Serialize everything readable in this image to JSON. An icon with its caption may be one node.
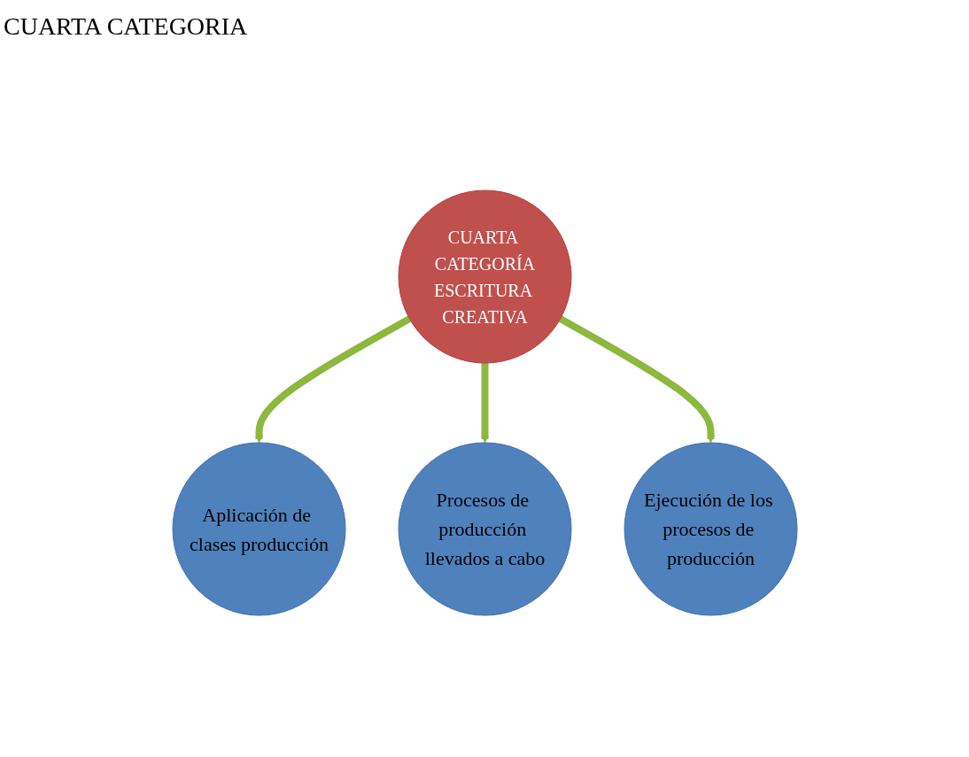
{
  "diagram": {
    "title": "CUARTA CATEGORIA",
    "nodes": [
      {
        "text": [
          "CUARTA CATEGORÍA",
          "ESCRITURA CREATIVA"
        ]
      },
      {
        "text": [
          "Aplicación de clases producción"
        ]
      },
      {
        "text": [
          "Procesos de producción llevados a cabo"
        ]
      },
      {
        "text": [
          "Ejecución de los procesos de producción"
        ]
      }
    ],
    "edges": [
      {
        "from": 0,
        "to": 1,
        "arrow": "to"
      },
      {
        "from": 0,
        "to": 2,
        "arrow": "to"
      },
      {
        "from": 0,
        "to": 3,
        "arrow": "to"
      }
    ]
  }
}
